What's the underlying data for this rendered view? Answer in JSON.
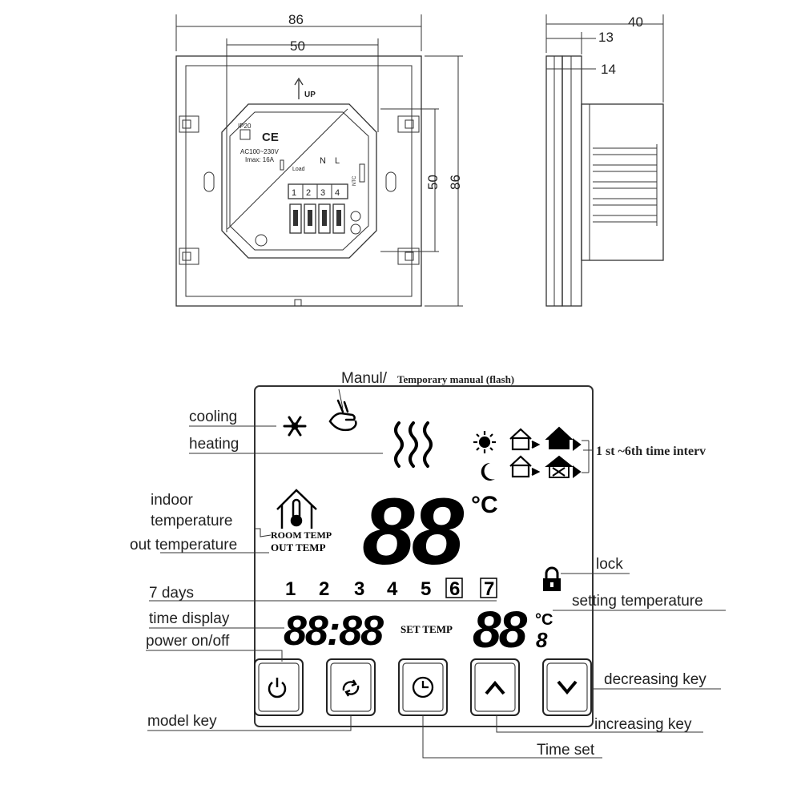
{
  "dimensions": {
    "width_total": "86",
    "width_inner": "50",
    "height_inner": "50",
    "height_total": "86",
    "depth_total": "40",
    "depth_front": "13",
    "depth_panel": "14"
  },
  "panel_labels": {
    "up": "UP",
    "ce": "CE",
    "ip": "IP20",
    "rating_1": "AC100~230V",
    "rating_2": "Imax: 16A",
    "load": "Load",
    "n": "N",
    "l": "L",
    "ntc": "NTC",
    "terminals": [
      "1",
      "2",
      "3",
      "4"
    ]
  },
  "lcd": {
    "main_temp": "88",
    "main_unit": "°C",
    "room_temp": "ROOM TEMP",
    "out_temp": "OUT TEMP",
    "days": [
      "1",
      "2",
      "3",
      "4",
      "5",
      "6",
      "7"
    ],
    "time": "88:88",
    "set_temp_label": "SET TEMP",
    "set_temp_value": "88",
    "set_temp_decimal": "8",
    "set_temp_unit": "°C"
  },
  "callouts": {
    "manual": "Manul/",
    "manual_rest": "Temporary manual (flash)",
    "cooling": "cooling",
    "heating": "heating",
    "intervals": "1 st ~6th time interv",
    "indoor_1": "indoor",
    "indoor_2": "temperature",
    "out_temperature": "out temperature",
    "lock": "lock",
    "seven_days": "7 days",
    "setting_temperature": "setting temperature",
    "time_display": "time display",
    "power": "power on/off",
    "decreasing": "decreasing key",
    "model_key": "model key",
    "increasing": "increasing key",
    "time_set": "Time set"
  },
  "icons": [
    "snowflake-icon",
    "hand-icon",
    "heat-waves-icon",
    "sun-icon",
    "moon-icon",
    "house-leave-icon",
    "house-home-icon",
    "lock-icon",
    "power-icon",
    "mode-cycle-icon",
    "clock-icon",
    "up-chevron-icon",
    "down-chevron-icon"
  ]
}
